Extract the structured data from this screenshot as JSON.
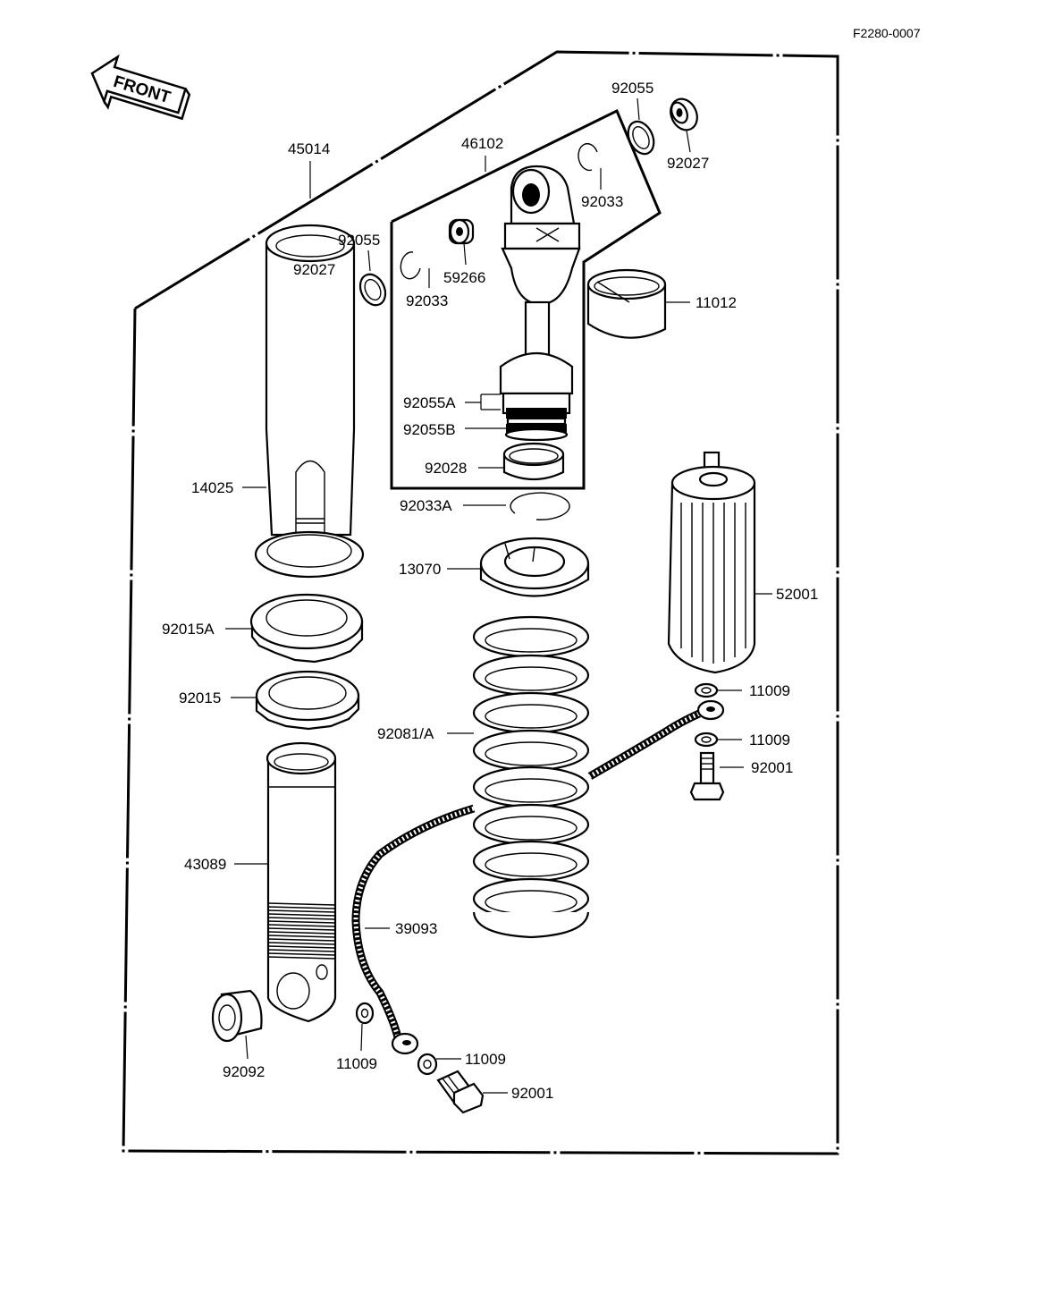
{
  "figure_code": "F2280-0007",
  "front_arrow_label": "FRONT",
  "labels": {
    "p45014": "45014",
    "p46102": "46102",
    "p92055_top": "92055",
    "p92027_top": "92027",
    "p92033_right": "92033",
    "p92055_left": "92055",
    "p92027_left": "92027",
    "p92033_left": "92033",
    "p59266": "59266",
    "p11012": "11012",
    "p92055A": "92055A",
    "p92055B": "92055B",
    "p92028": "92028",
    "p92033A": "92033A",
    "p14025": "14025",
    "p13070": "13070",
    "p52001": "52001",
    "p92015A": "92015A",
    "p92015": "92015",
    "p11009_a": "11009",
    "p92081A": "92081/A",
    "p11009_b": "11009",
    "p92001_right": "92001",
    "p43089": "43089",
    "p39093": "39093",
    "p92092": "92092",
    "p11009_c": "11009",
    "p11009_d": "11009",
    "p92001_bottom": "92001"
  }
}
